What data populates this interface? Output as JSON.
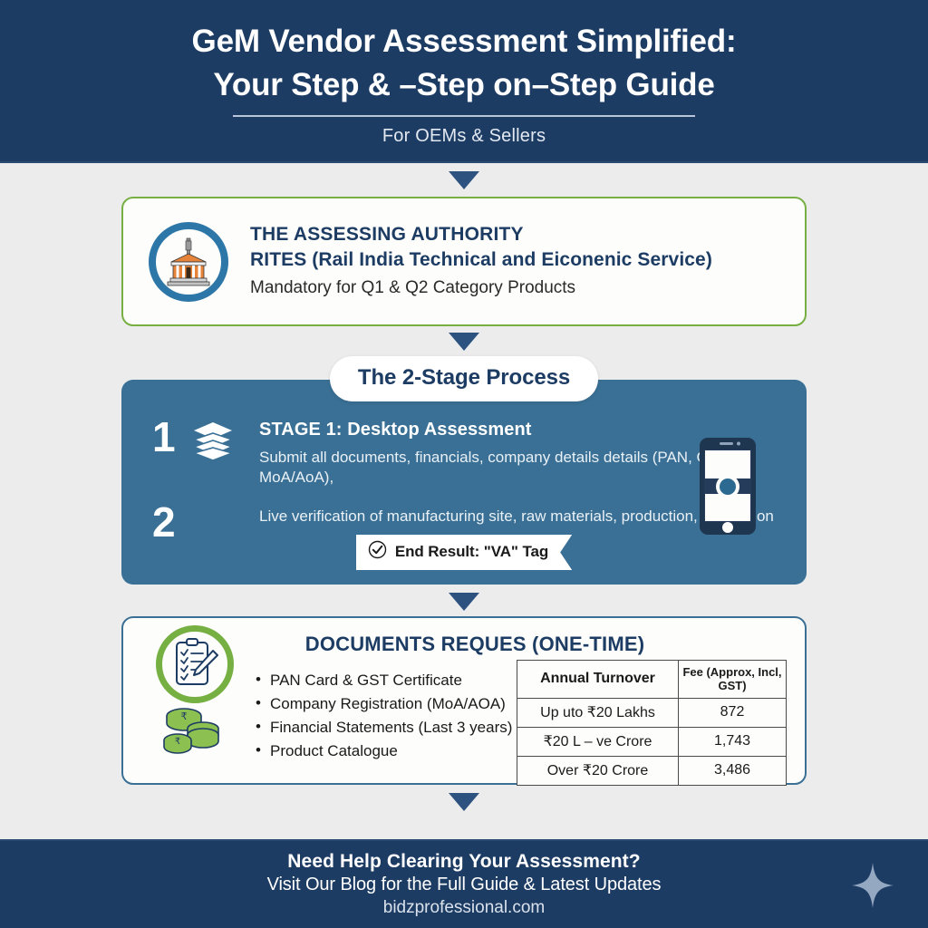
{
  "header": {
    "title_line1": "GeM Vendor Assessment Simplified:",
    "title_line2": "Your Step & –Step on–Step Guide",
    "subtitle": "For OEMs & Sellers"
  },
  "authority": {
    "icon": "government-building-icon",
    "title": "THE ASSESSING AUTHORITY",
    "organization": "RITES (Rail India Technical and Eiconenic Service)",
    "note": "Mandatory for Q1 & Q2 Category Products"
  },
  "process": {
    "pill_label": "The 2-Stage Process",
    "phone_icon": "smartphone-camera-icon",
    "stages": [
      {
        "number": "1",
        "icon": "layers-stack-icon",
        "heading": "STAGE 1: Desktop Assessment",
        "description": "Submit all documents, financials, company details details (PAN, GST, MoA/AoA),"
      },
      {
        "number": "2",
        "icon": "",
        "heading": "",
        "description": "Live verification of manufacturing site, raw materials, production, production"
      }
    ],
    "result_icon": "check-circle-icon",
    "result_label": "End Result: \"VA\" Tag"
  },
  "documents": {
    "title": "DOCUMENTS REQUES (ONE-TIME)",
    "clipboard_icon": "clipboard-checklist-pencil-icon",
    "coins_icon": "rupee-coins-icon",
    "items": [
      "PAN Card & GST Certificate",
      "Company Registration (MoA/AOA)",
      "Financial Statements (Last 3 years)",
      "Product Catalogue"
    ],
    "fee_table": {
      "headers": [
        "Annual Turnover",
        "Fee (Approx, Incl, GST)"
      ],
      "rows": [
        [
          "Up uto ₹20 Lakhs",
          "872"
        ],
        [
          "₹20 L – ve Crore",
          "1,743"
        ],
        [
          "Over ₹20 Crore",
          "3,486"
        ]
      ]
    }
  },
  "footer": {
    "heading": "Need Help Clearing Your Assessment?",
    "subtitle": "Visit Our Blog for the Full Guide & Latest Updates",
    "url": "bidzprofessional.com",
    "sparkle_icon": "sparkle-icon"
  },
  "colors": {
    "navy": "#1d3c64",
    "panel_blue": "#3a7095",
    "green": "#76b043",
    "background": "#ececec"
  }
}
